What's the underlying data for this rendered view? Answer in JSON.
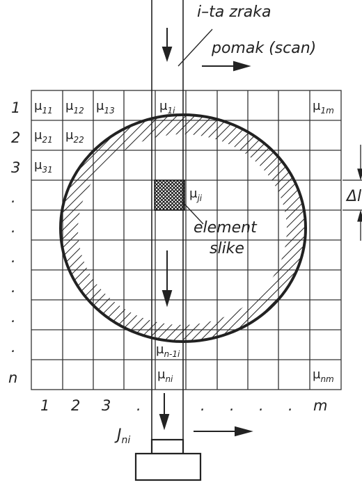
{
  "labels": {
    "ray": "i–ta zraka",
    "scan": "pomak (scan)",
    "element_line1": "element",
    "element_line2": "slike",
    "delta": "Δl",
    "detector": "J",
    "detector_sub": "ni"
  },
  "row_labels": [
    "1",
    "2",
    "3",
    ".",
    ".",
    ".",
    ".",
    ".",
    ".",
    "n"
  ],
  "col_labels": [
    "1",
    "2",
    "3",
    ".",
    ".",
    ".",
    ".",
    ".",
    ".",
    "m"
  ],
  "cells": {
    "mu11": {
      "base": "μ",
      "sub": "11"
    },
    "mu12": {
      "base": "μ",
      "sub": "12"
    },
    "mu13": {
      "base": "μ",
      "sub": "13"
    },
    "mu1i": {
      "base": "μ",
      "sub": "1i"
    },
    "mu1m": {
      "base": "μ",
      "sub": "1m"
    },
    "mu21": {
      "base": "μ",
      "sub": "21"
    },
    "mu22": {
      "base": "μ",
      "sub": "22"
    },
    "mu31": {
      "base": "μ",
      "sub": "31"
    },
    "muji": {
      "base": "μ",
      "sub": "ji"
    },
    "mun1i": {
      "base": "μ",
      "sub": "n-1i"
    },
    "muni": {
      "base": "μ",
      "sub": "ni"
    },
    "munm": {
      "base": "μ",
      "sub": "nm"
    }
  },
  "colors": {
    "ink": "#222222",
    "paper": "#ffffff"
  }
}
